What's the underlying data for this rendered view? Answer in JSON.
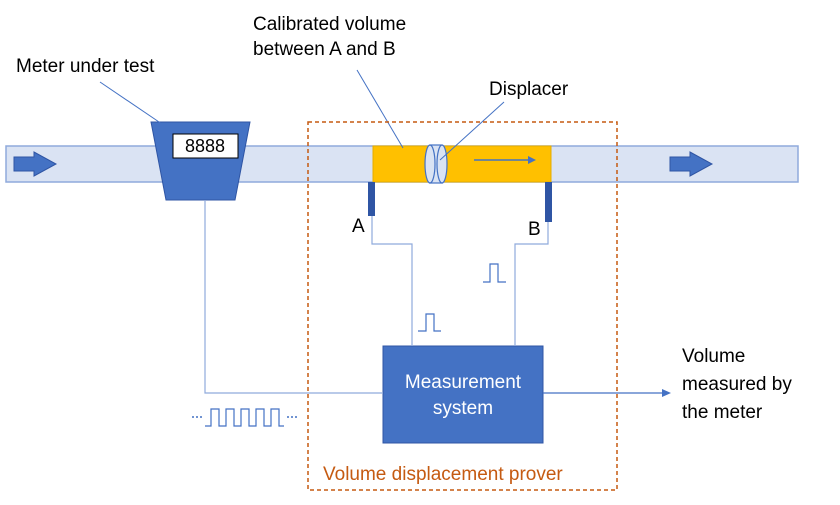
{
  "labels": {
    "meter_under_test": "Meter under test",
    "calibrated_volume_line1": "Calibrated volume",
    "calibrated_volume_line2": "between A and B",
    "displacer": "Displacer",
    "detector_a": "A",
    "detector_b": "B",
    "meter_display": "8888",
    "measurement_system_line1": "Measurement",
    "measurement_system_line2": "system",
    "volume_measured_line1": "Volume",
    "volume_measured_line2": "measured by",
    "volume_measured_line3": "the meter",
    "prover_caption": "Volume displacement prover"
  },
  "colors": {
    "pipe_fill": "#dae3f3",
    "pipe_stroke": "#8faadc",
    "flow_arrow": "#4472c4",
    "meter_body": "#4472c4",
    "calibrated_section": "#ffc000",
    "detector": "#2f55a4",
    "signal_line": "#8faadc",
    "measurement_box": "#4472c4",
    "prover_border": "#c55a11",
    "leader_line": "#4472c4"
  },
  "icons": {
    "flow_in": "right-arrow-icon",
    "flow_out": "right-arrow-icon",
    "displacer": "piston-disc-icon"
  }
}
